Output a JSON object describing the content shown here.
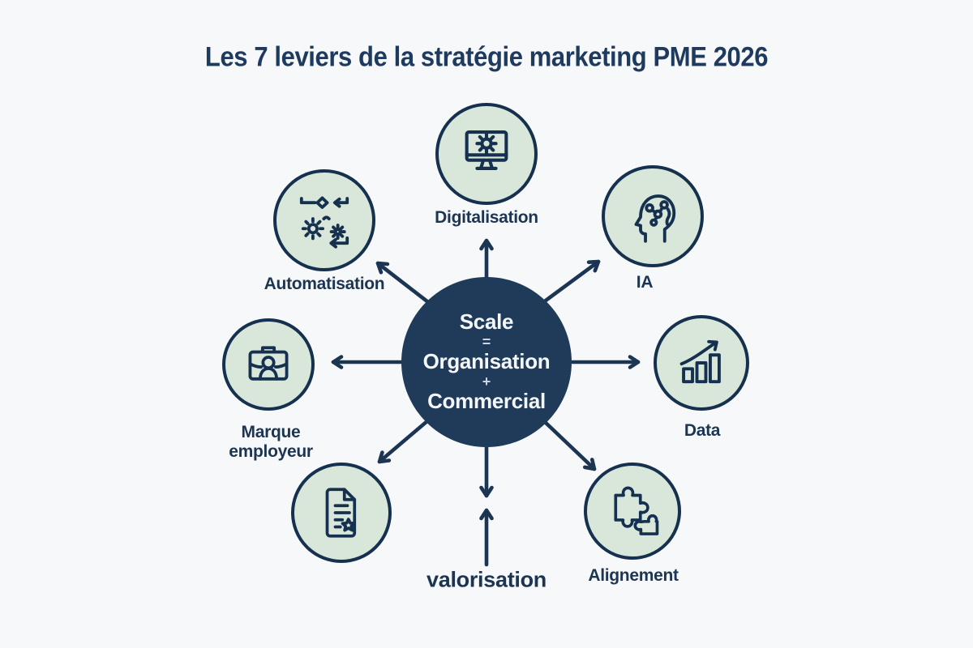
{
  "title": "Les 7 leviers de la stratégie marketing PME 2026",
  "center": {
    "line1": "Scale",
    "operator1": "=",
    "line2": "Organisation",
    "operator2": "+",
    "line3": "Commercial"
  },
  "nodes": {
    "digitalisation": {
      "label": "Digitalisation",
      "icon": "monitor-gear-icon"
    },
    "automatisation": {
      "label": "Automatisation",
      "icon": "gears-automation-icon"
    },
    "ia": {
      "label": "IA",
      "icon": "head-neural-network-icon"
    },
    "marque_employeur": {
      "label": "Marque employeur",
      "icon": "briefcase-person-icon"
    },
    "data": {
      "label": "Data",
      "icon": "growth-bar-chart-icon"
    },
    "document": {
      "label": "",
      "icon": "document-star-icon"
    },
    "alignement": {
      "label": "Alignement",
      "icon": "puzzle-pieces-icon"
    },
    "valorisation": {
      "label": "valorisation",
      "icon": "up-arrow-icon"
    }
  },
  "colors": {
    "navy_text": "#1c3552",
    "hub_fill": "#203a59",
    "node_fill": "#d9e7da",
    "node_border": "#16314f",
    "background": "#f6f8f9"
  }
}
